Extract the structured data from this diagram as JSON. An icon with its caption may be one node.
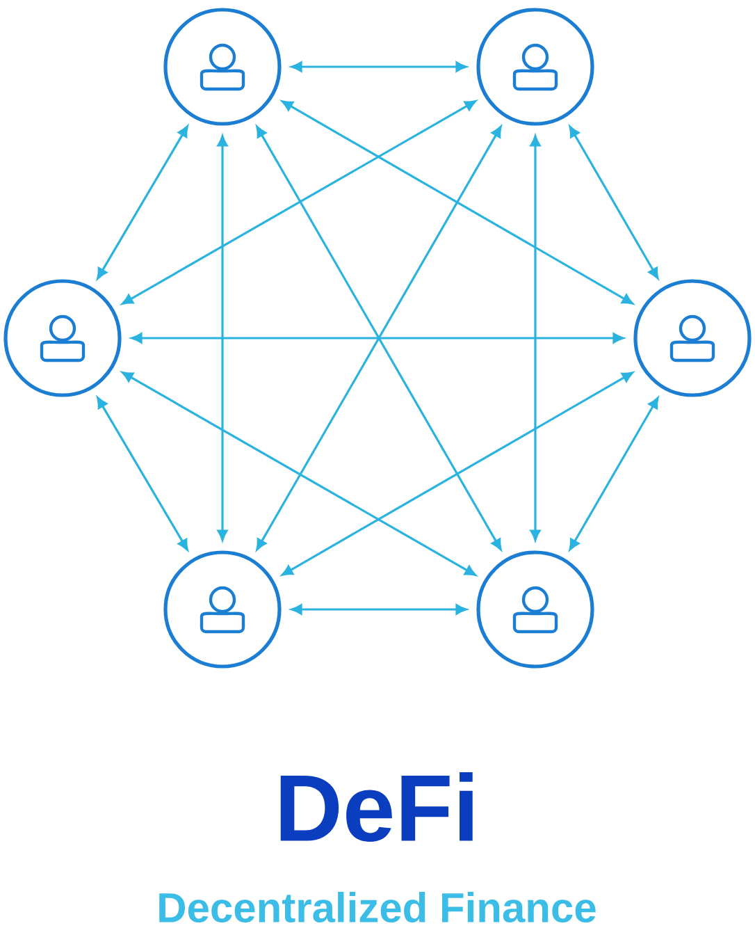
{
  "diagram": {
    "title": "DeFi",
    "caption": "Decentralized Finance",
    "nodes": [
      {
        "text": [],
        "shape": "circle"
      },
      {
        "text": [],
        "shape": "circle"
      },
      {
        "text": [],
        "shape": "circle"
      },
      {
        "text": [],
        "shape": "circle"
      },
      {
        "text": [],
        "shape": "circle"
      },
      {
        "text": [],
        "shape": "circle"
      }
    ],
    "edges": [
      {
        "from": 0,
        "to": 1,
        "arrow": "both"
      },
      {
        "from": 0,
        "to": 2,
        "arrow": "both"
      },
      {
        "from": 0,
        "to": 3,
        "arrow": "both"
      },
      {
        "from": 0,
        "to": 4,
        "arrow": "both"
      },
      {
        "from": 0,
        "to": 5,
        "arrow": "both"
      },
      {
        "from": 1,
        "to": 2,
        "arrow": "both"
      },
      {
        "from": 1,
        "to": 3,
        "arrow": "both"
      },
      {
        "from": 1,
        "to": 4,
        "arrow": "both"
      },
      {
        "from": 1,
        "to": 5,
        "arrow": "both"
      },
      {
        "from": 2,
        "to": 3,
        "arrow": "both"
      },
      {
        "from": 2,
        "to": 4,
        "arrow": "both"
      },
      {
        "from": 2,
        "to": 5,
        "arrow": "both"
      },
      {
        "from": 3,
        "to": 4,
        "arrow": "both"
      },
      {
        "from": 3,
        "to": 5,
        "arrow": "both"
      },
      {
        "from": 4,
        "to": 5,
        "arrow": "both"
      }
    ]
  }
}
